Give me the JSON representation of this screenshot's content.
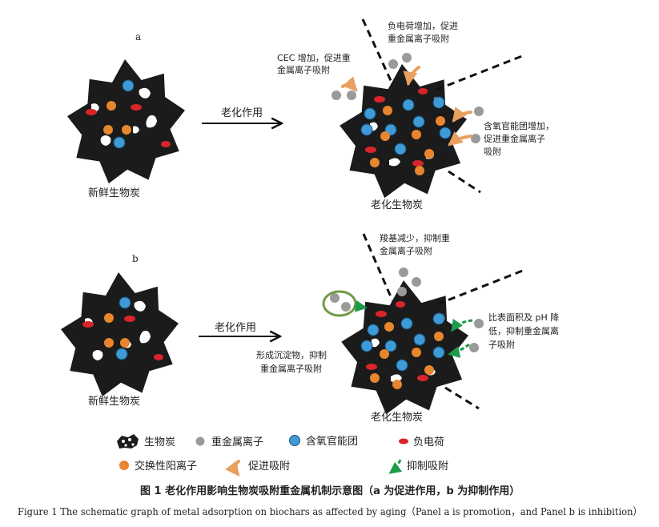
{
  "panel_a": {
    "letter": "a",
    "arrow_label": "老化作用",
    "fresh_label": "新鲜生物炭",
    "aged_label": "老化生物炭",
    "cec_line1": "CEC 增加，促进重",
    "cec_line2": "金属离子吸附",
    "neg_line1": "负电荷增加，促进",
    "neg_line2": "重金属离子吸附",
    "oxy_line1": "含氧官能团增加，",
    "oxy_line2": "促进重金属离子",
    "oxy_line3": "吸附"
  },
  "panel_b": {
    "letter": "b",
    "arrow_label": "老化作用",
    "fresh_label": "新鲜生物炭",
    "aged_label": "老化生物炭",
    "carboxyl_line1": "羧基减少，抑制重",
    "carboxyl_line2": "金属离子吸附",
    "precip_line1": "形成沉淀物，抑制",
    "precip_line2": "重金属离子吸附",
    "surface_line1": "比表面积及 pH 降",
    "surface_line2": "低，抑制重金属离",
    "surface_line3": "子吸附"
  },
  "legend": {
    "biochar": "生物炭",
    "heavy_metal": "重金属离子",
    "oxygen_group": "含氧官能团",
    "negative_charge": "负电荷",
    "exchangeable_cation": "交换性阳离子",
    "promote": "促进吸附",
    "inhibit": "抑制吸附"
  },
  "caption": {
    "cn": "图 1  老化作用影响生物炭吸附重金属机制示意图（a 为促进作用，b 为抑制作用）",
    "en": "Figure 1  The schematic graph of metal adsorption on biochars as affected by aging（Panel a is promotion，and Panel b is inhibition）"
  },
  "colors": {
    "biochar": "#1b1b1b",
    "oxygen_group": "#3e9bd6",
    "negative_charge": "#d8242b",
    "cation": "#e8862f",
    "metal_ion": "#9a9a9a",
    "promote_arrow": "#e8a060",
    "inhibit_arrow": "#1f9a4c",
    "highlight_ellipse": "#6e9a43"
  }
}
